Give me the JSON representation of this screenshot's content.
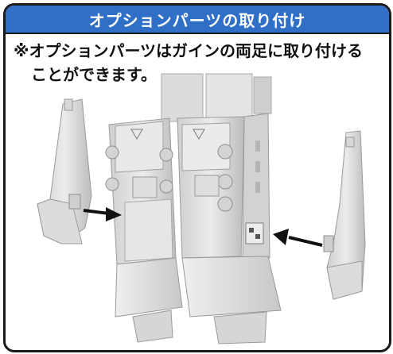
{
  "title": "オプションパーツの取り付け",
  "note_line1": "※オプションパーツはガインの両足に取り付ける",
  "note_line2": "ことができます。",
  "colors": {
    "title_bg": "#2f6fc6",
    "title_text": "#ffffff",
    "border": "#1a1a1a",
    "part_fill": "#e6e6e6",
    "part_shade": "#c9c9c9",
    "arrow": "#111111"
  },
  "icons": [
    "left-option-part",
    "right-option-part",
    "robot-legs",
    "left-arrow",
    "right-arrow"
  ]
}
